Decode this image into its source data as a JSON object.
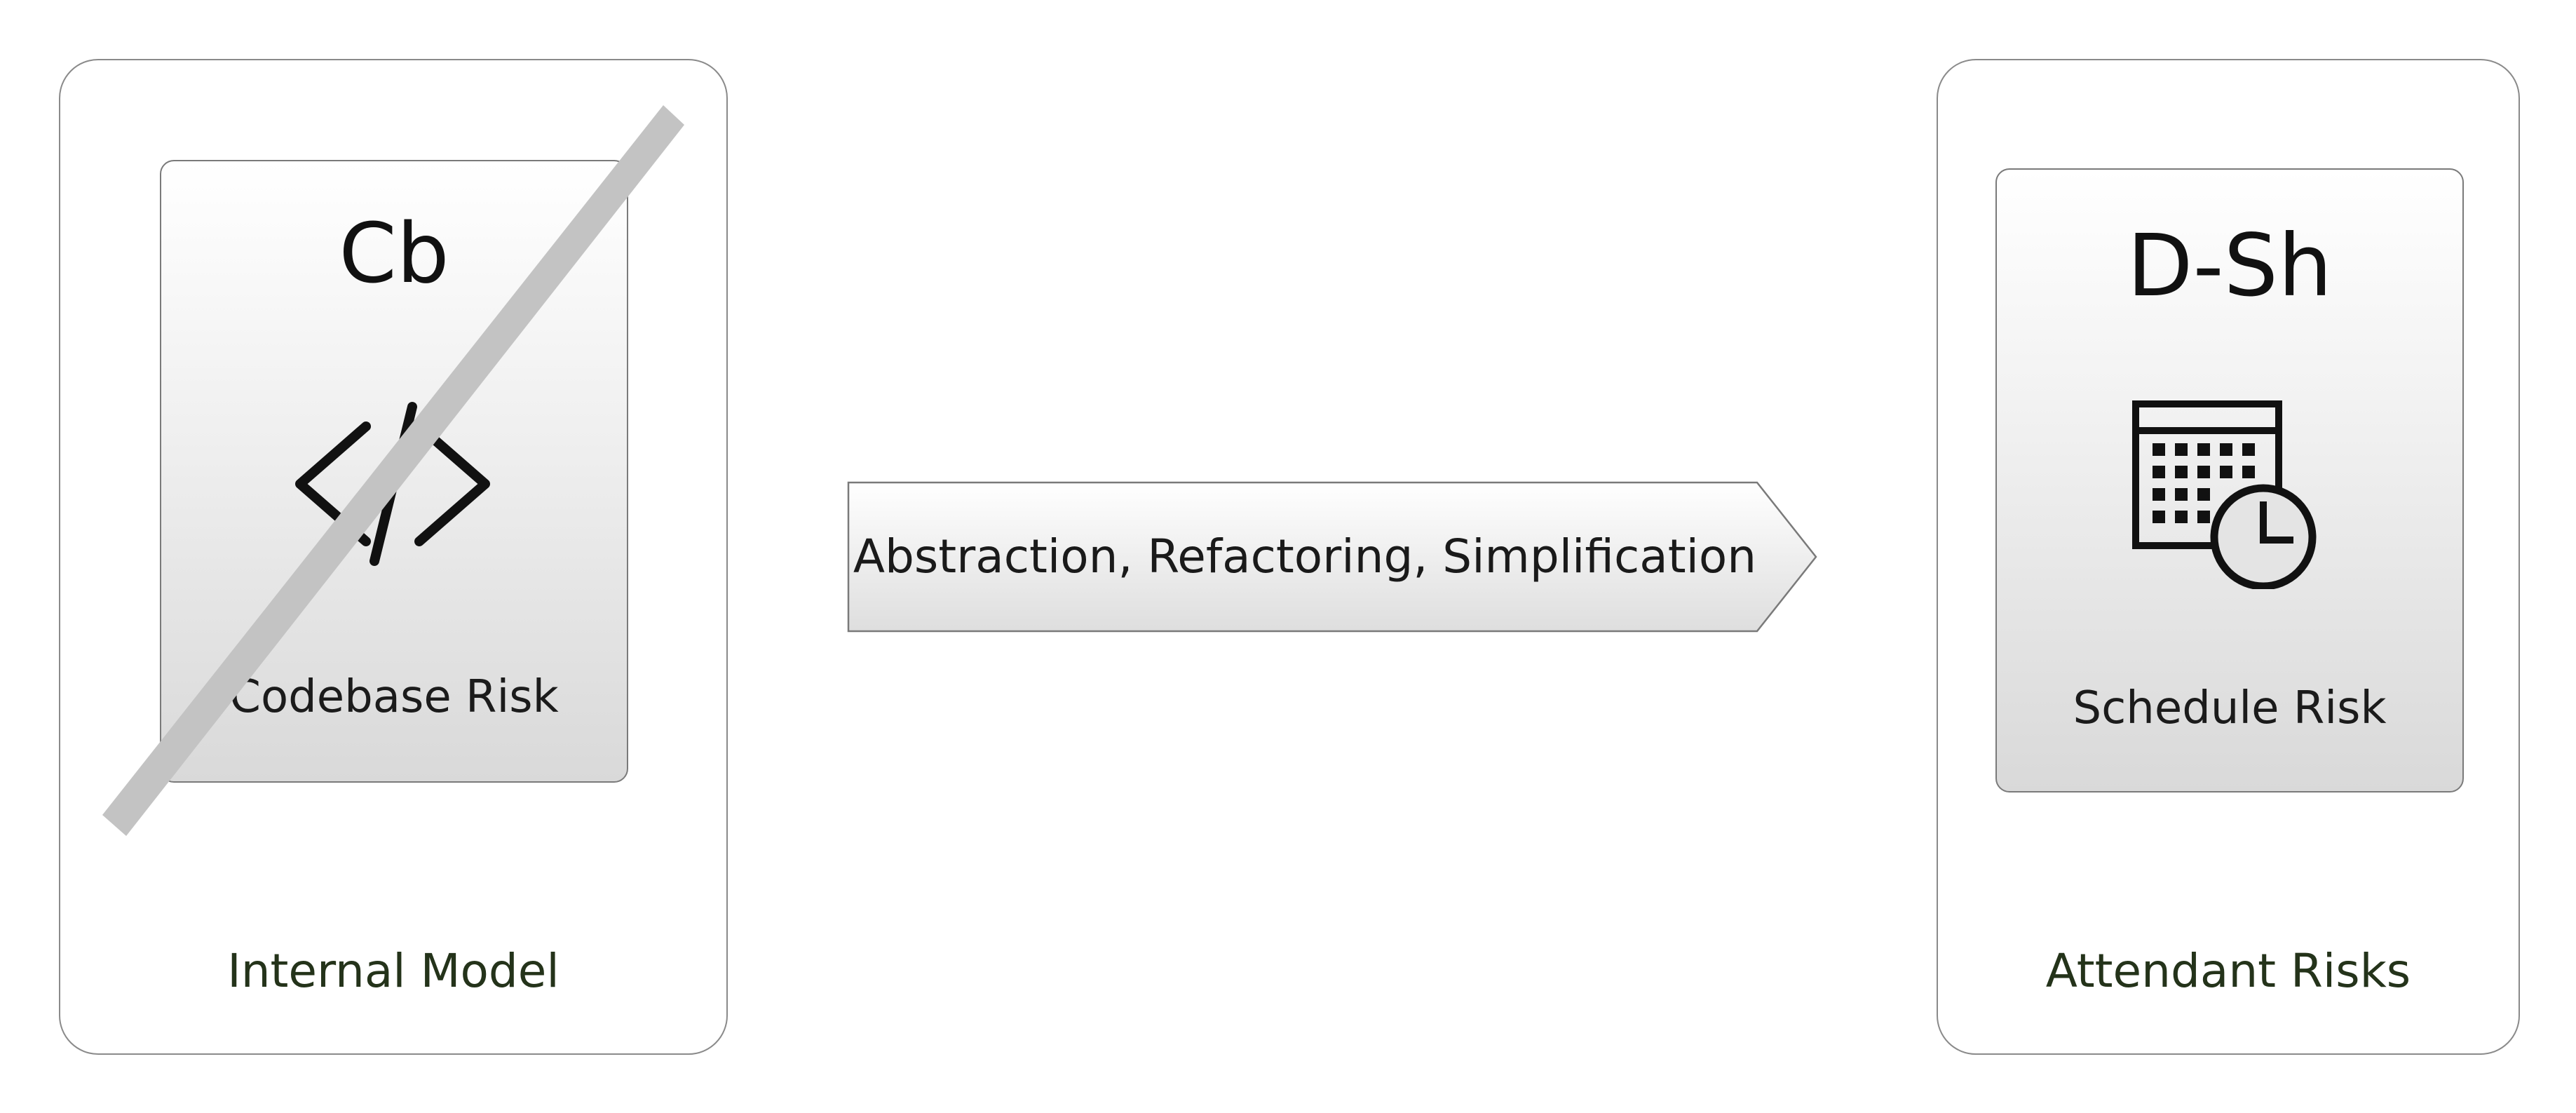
{
  "left_panel": {
    "caption": "Internal Model",
    "card": {
      "code": "Cb",
      "label": "Codebase Risk",
      "icon": "code-icon",
      "struck_out": true
    }
  },
  "transition": {
    "label": "Abstraction, Refactoring, Simplification"
  },
  "right_panel": {
    "caption": "Attendant Risks",
    "card": {
      "code": "D-Sh",
      "label": "Schedule Risk",
      "icon": "calendar-clock-icon"
    }
  },
  "colors": {
    "caption_text": "#24331a",
    "card_border": "#7a7a7a",
    "strike": "#c3c3c3"
  }
}
